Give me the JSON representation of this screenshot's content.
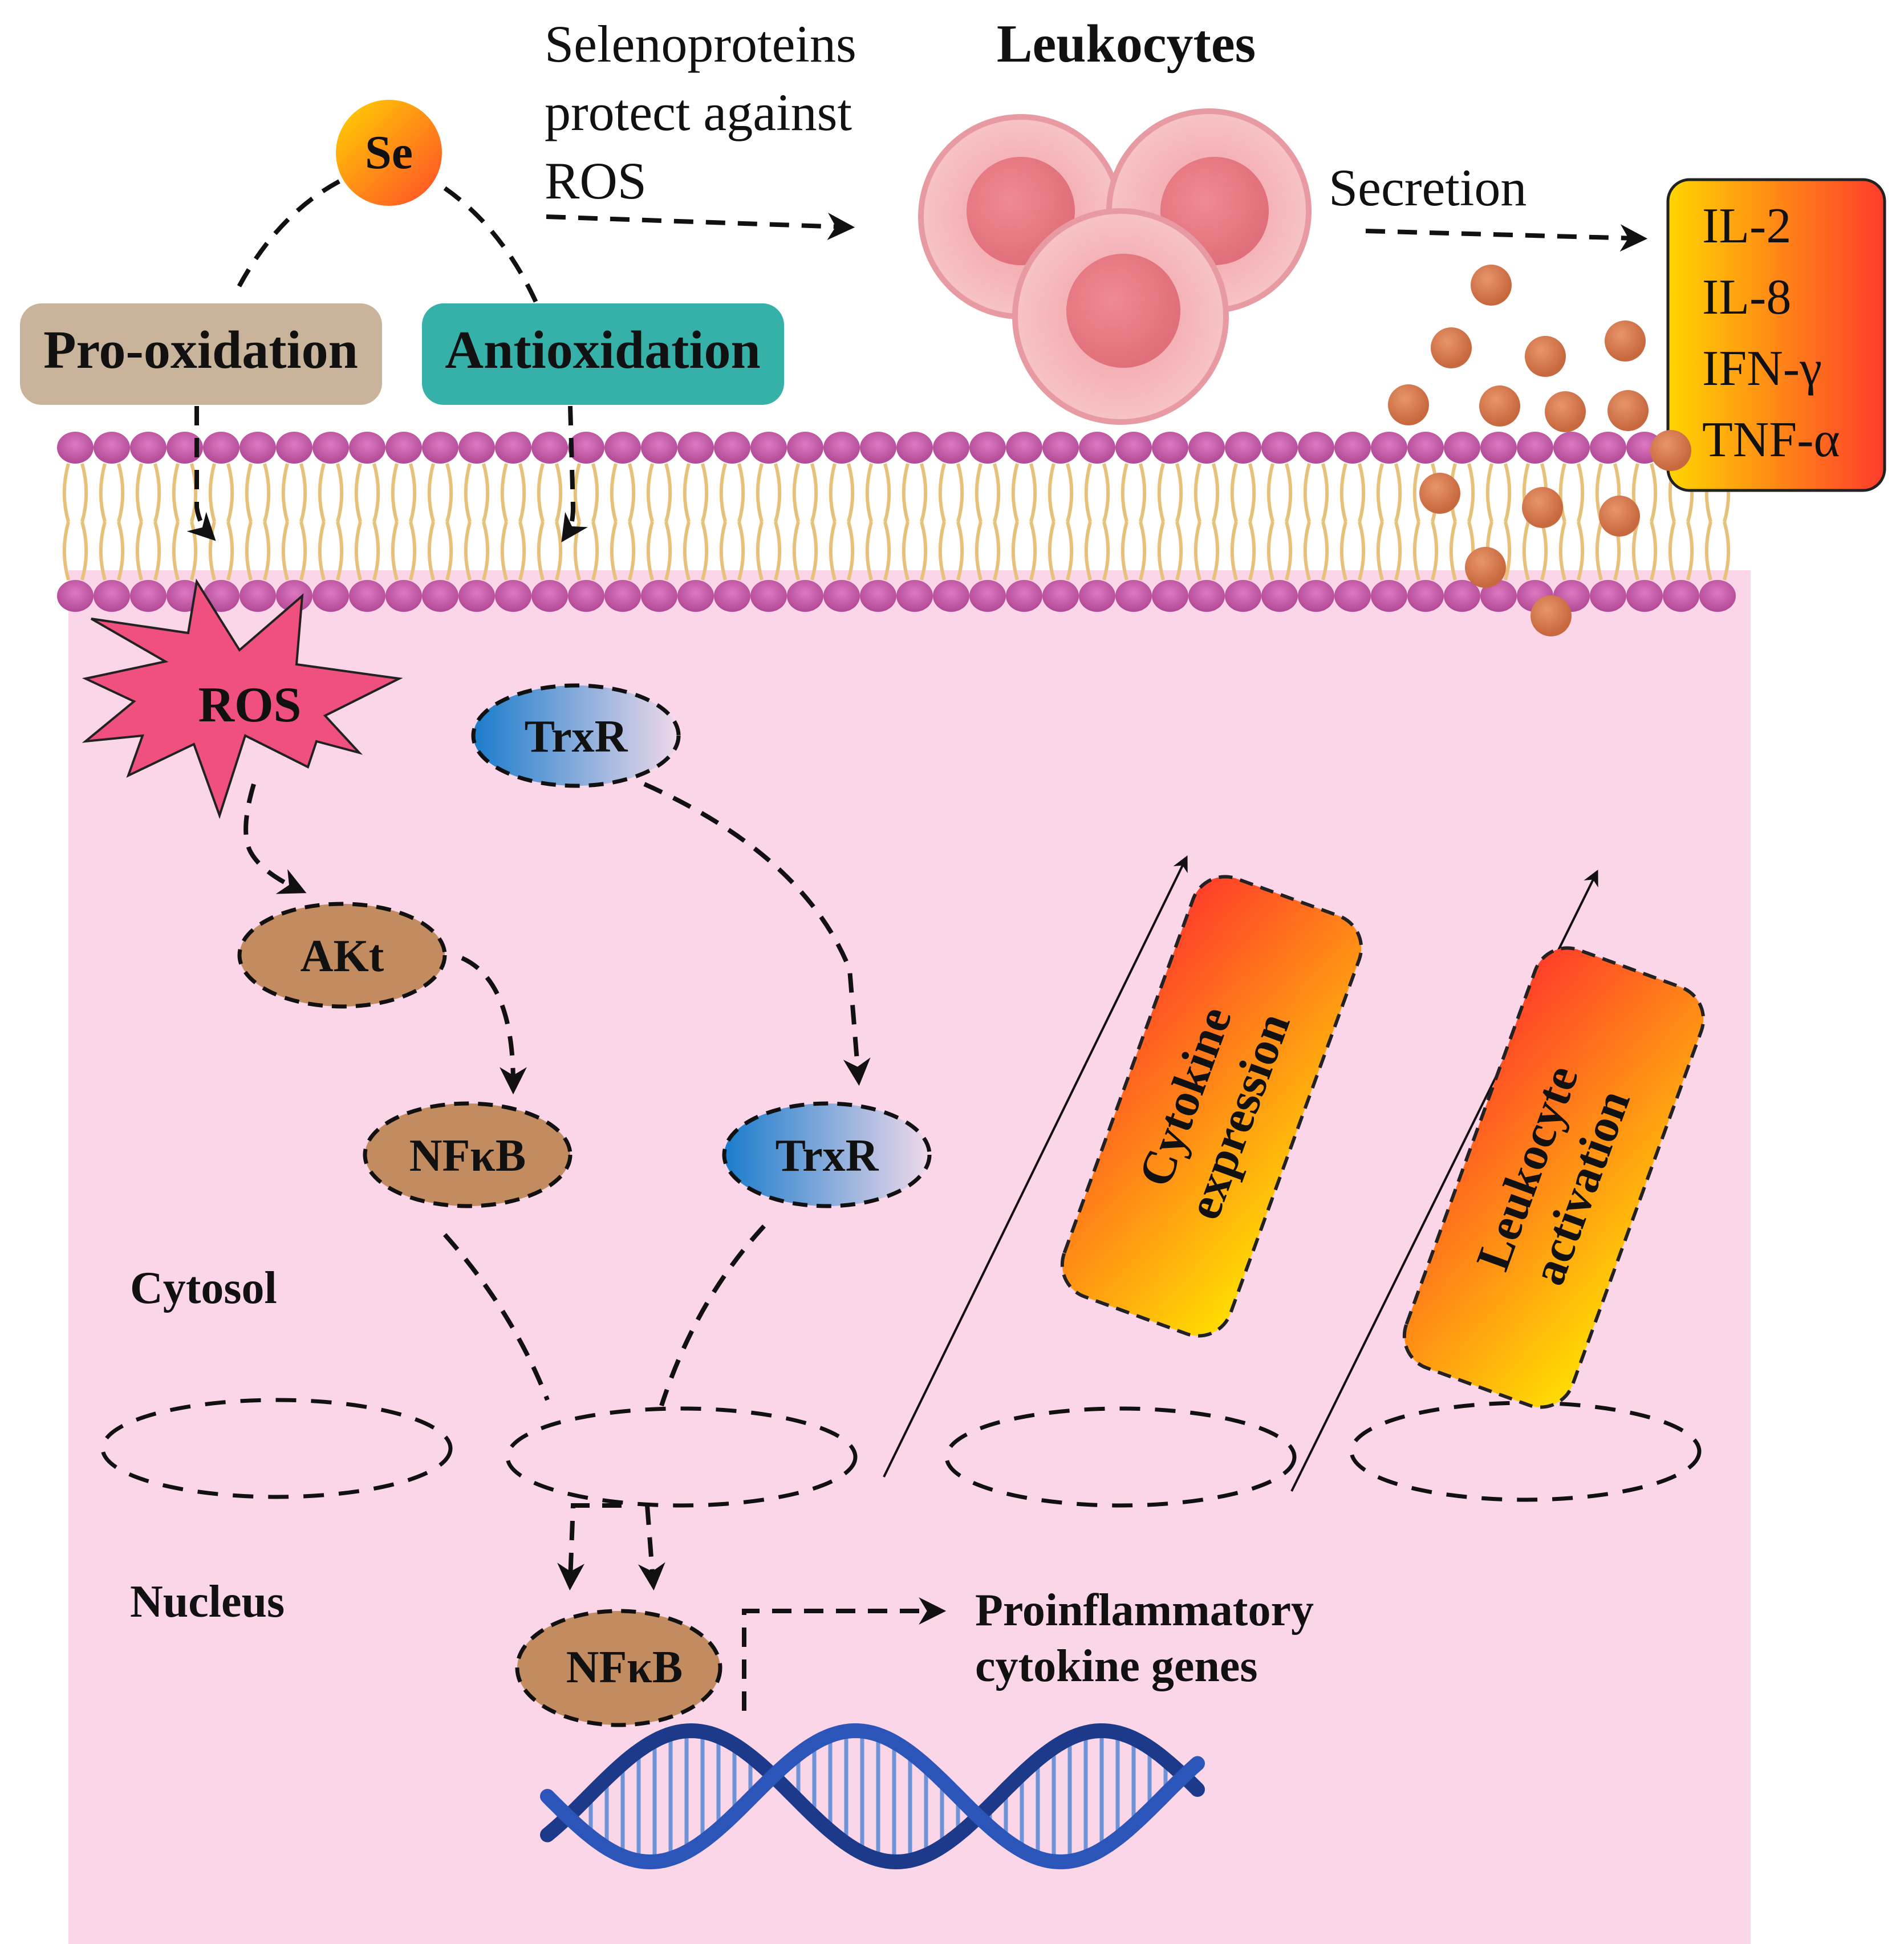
{
  "labels": {
    "se": "Se",
    "pro_oxidation": "Pro-oxidation",
    "antioxidation": "Antioxidation",
    "selenoproteins_line1": "Selenoproteins",
    "selenoproteins_line2": "protect against",
    "selenoproteins_line3": "ROS",
    "leukocytes": "Leukocytes",
    "secretion": "Secretion",
    "ros": "ROS",
    "trxr_top": "TrxR",
    "akt": "AKt",
    "nfkb_cytosol": "NFκB",
    "trxr_bottom": "TrxR",
    "cytosol": "Cytosol",
    "nucleus": "Nucleus",
    "nfkb_nucleus": "NFκB",
    "proinflammatory_line1": "Proinflammatory",
    "proinflammatory_line2": "cytokine genes",
    "cytokine_expression_line1": "Cytokine",
    "cytokine_expression_line2": "expression",
    "leukocyte_activation_line1": "Leukocyte",
    "leukocyte_activation_line2": "activation"
  },
  "cytokines": [
    "IL-2",
    "IL-8",
    "IFN-γ",
    "TNF-α"
  ],
  "colors": {
    "cell_background": "#fbd6e8",
    "membrane_head": "#c85aa6",
    "membrane_tail": "#e8c07a",
    "pro_oxidation_box": "#c9b49b",
    "antioxidation_box": "#35b1aa",
    "oval_brown": "#c28b60",
    "trxr_blue": "#1f82c8",
    "ros_star": "#f0507e",
    "cytokine_particle": "#d0784e",
    "gradient_yellow": "#ffdd00",
    "gradient_red": "#ff3a2a",
    "dna_blue": "#2b4fa8"
  }
}
